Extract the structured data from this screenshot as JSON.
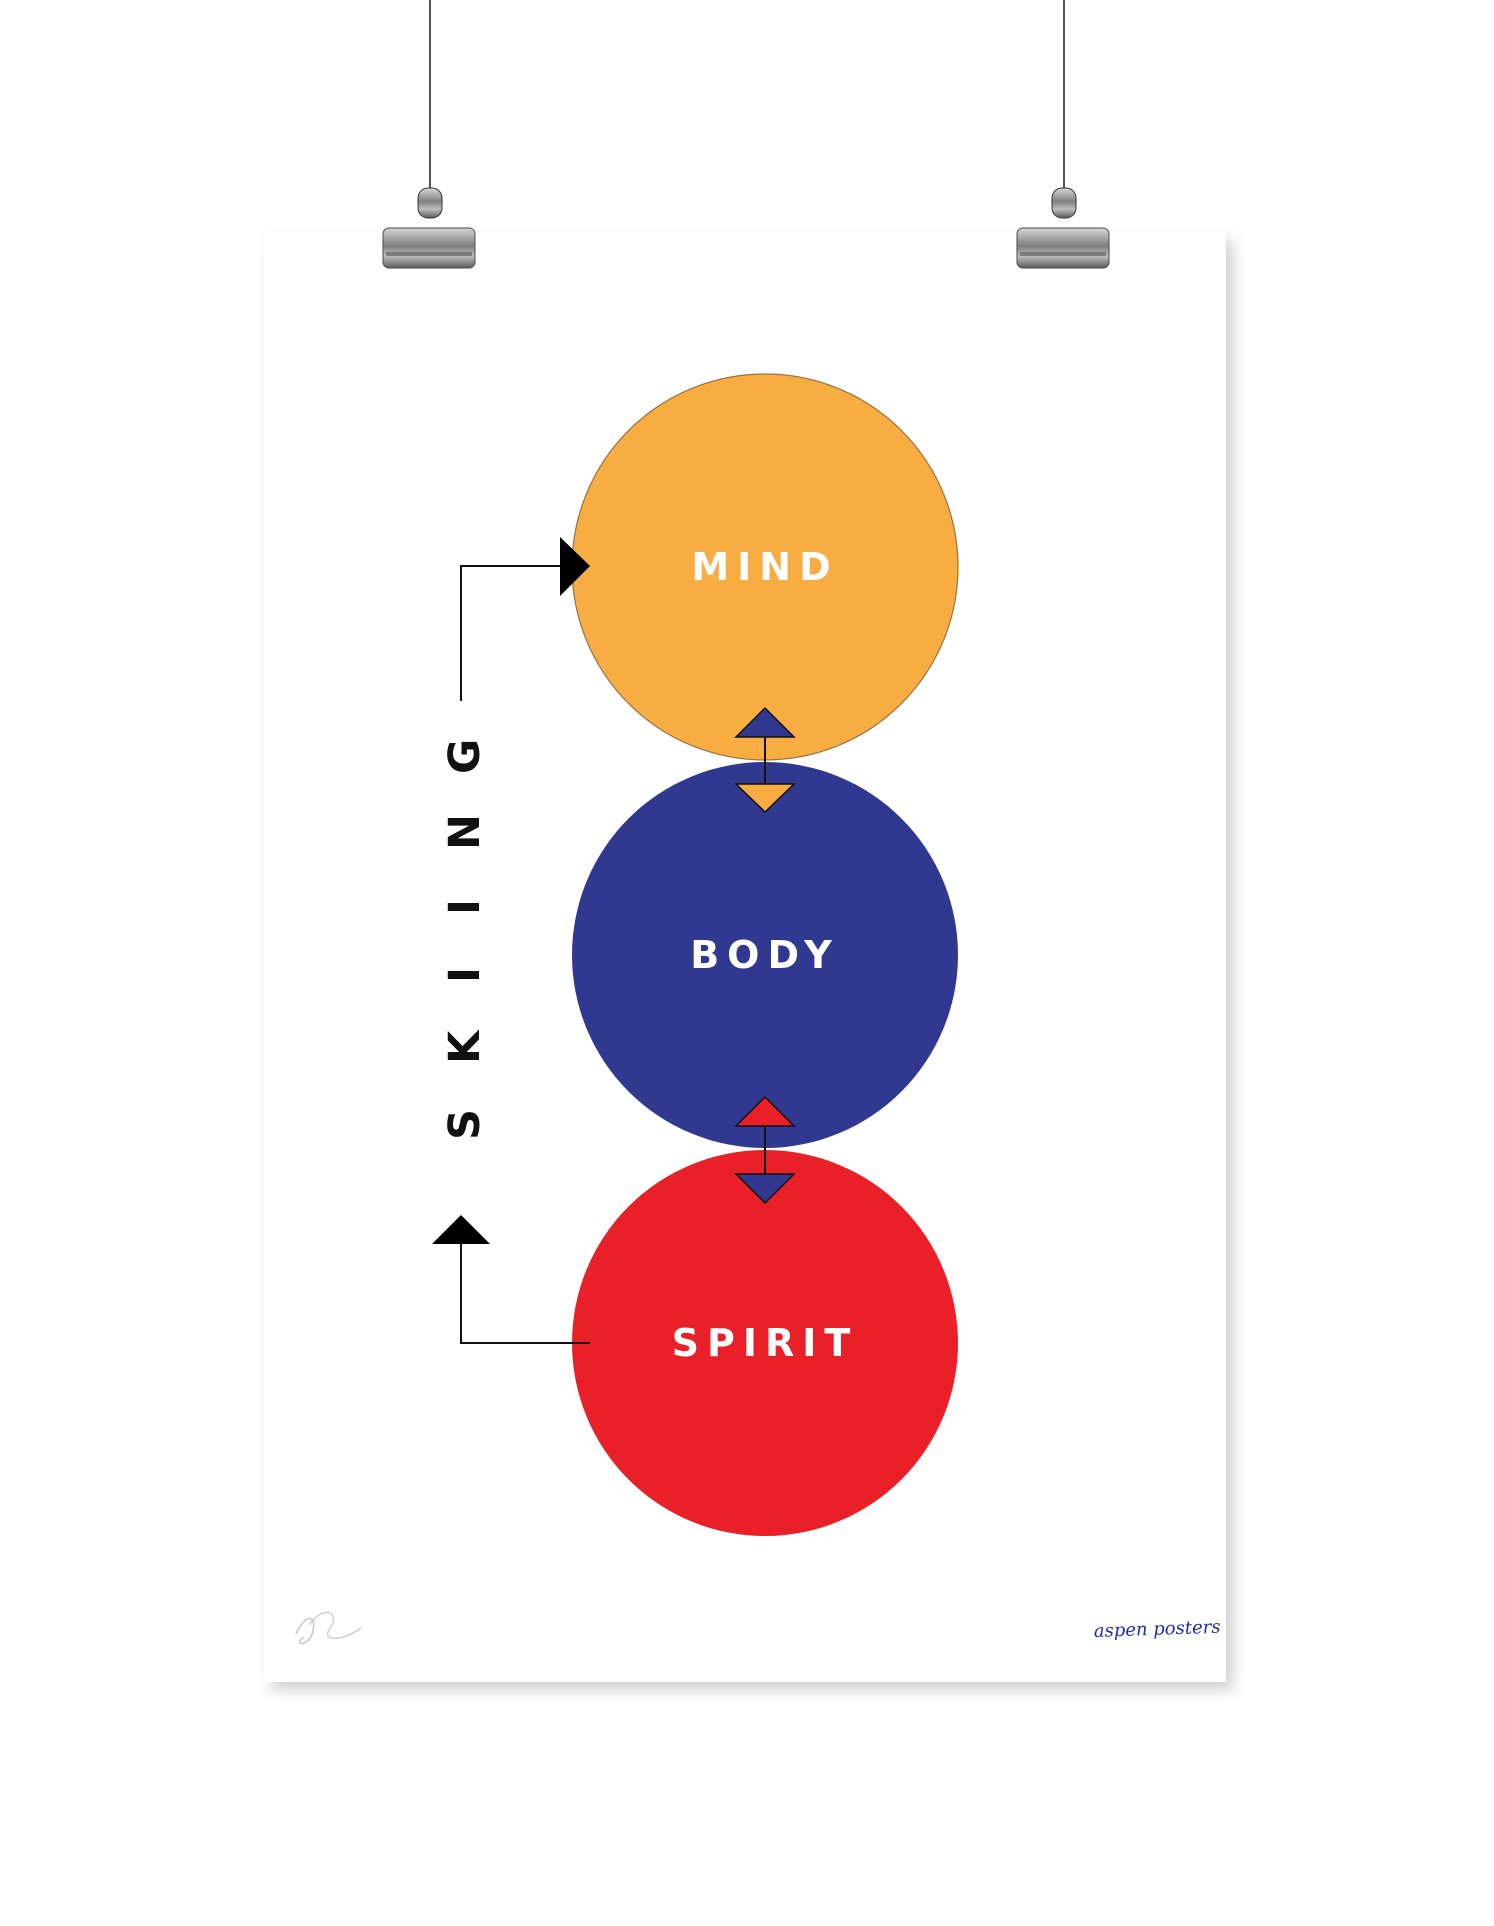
{
  "poster": {
    "title_letters": [
      "S",
      "K",
      "I",
      "I",
      "N",
      "G"
    ],
    "circles": [
      {
        "label": "MIND",
        "color": "#f8ad42"
      },
      {
        "label": "BODY",
        "color": "#30388f"
      },
      {
        "label": "SPIRIT",
        "color": "#e92027"
      }
    ],
    "signature_left": "DB",
    "signature_right": "aspen posters"
  },
  "colors": {
    "background": "#ffffff",
    "poster": "#ffffff",
    "line": "#000000",
    "wire": "#555555",
    "clip": "#9b9b9b"
  },
  "icons": {
    "arrow_to_mind": "triangle-right-icon",
    "arrow_from_spirit": "triangle-up-icon",
    "mind_body_connector": "double-headed-arrow-icon",
    "body_spirit_connector": "double-headed-arrow-icon",
    "clips": "binder-clip-icon"
  }
}
